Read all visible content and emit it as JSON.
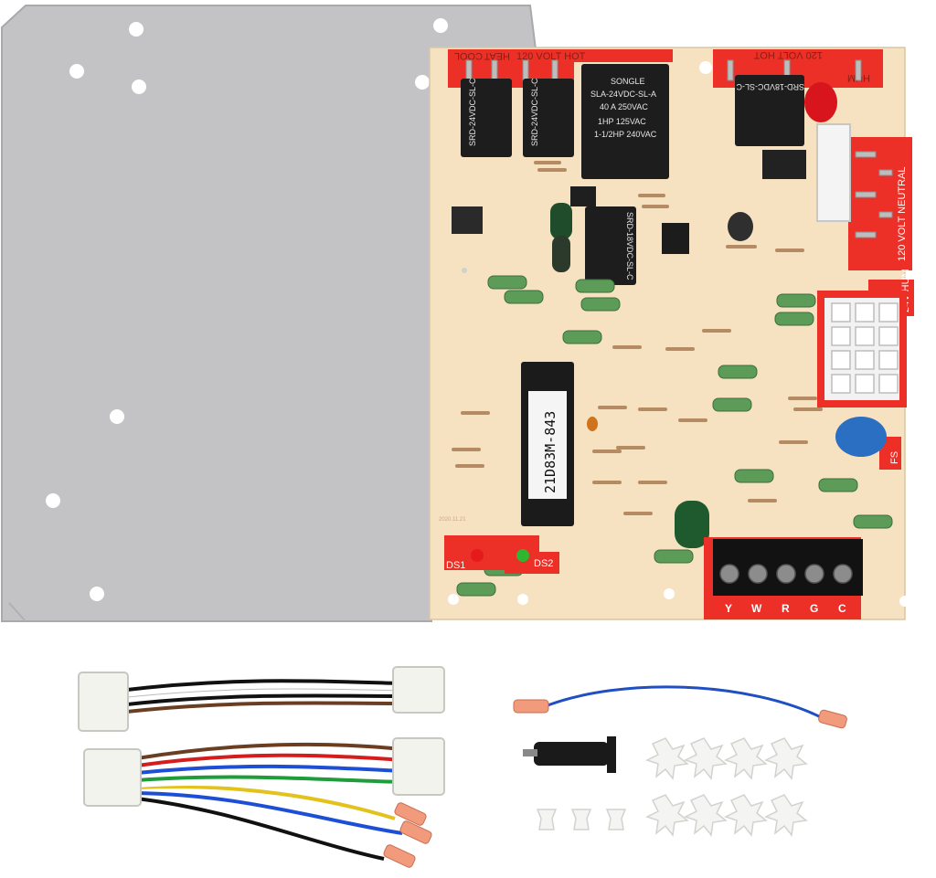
{
  "board": {
    "zones": {
      "top_left_cool": "COOL",
      "top_left_heat": "HEAT",
      "top_120v_hot_left": "120 VOLT HOT",
      "top_120v_hot_right": "120 VOLT HOT",
      "top_hum": "HUM",
      "right_120v_neutral": "120 VOLT NEUTRAL",
      "right_24v_hum": "24V HUM",
      "right_fs": "FS",
      "ds1": "DS1",
      "ds2": "DS2"
    },
    "relays": {
      "relay_main_brand": "SONGLE",
      "relay_main_model": "SLA-24VDC-SL-A",
      "relay_main_spec1": "40 A 250VAC",
      "relay_main_spec2": "1HP 125VAC",
      "relay_main_spec3": "1-1/2HP 240VAC",
      "relay_small_model": "SRD-24VDC-SL-C",
      "relay_small_model_b": "SRD-18VDC-SL-C"
    },
    "chip_label": "21D83M-843",
    "terminals": [
      "Y",
      "W",
      "R",
      "G",
      "C"
    ],
    "date_mark": "2020.11.21"
  },
  "colors": {
    "plate": "#c4c4c6",
    "pcb": "#f7e4c3",
    "pad_red": "#ec2f27",
    "relay_black": "#1d1d1d"
  }
}
